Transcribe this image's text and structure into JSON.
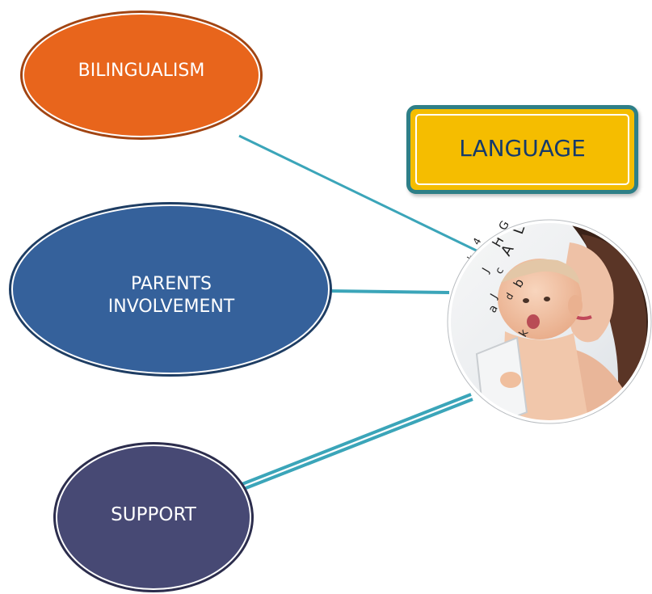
{
  "nodes": {
    "bilingualism": {
      "label": "BILINGUALISM",
      "color": "#e8651c"
    },
    "parents_involvement": {
      "label": "PARENTS\nINVOLVEMENT",
      "color": "#35619b"
    },
    "support": {
      "label": "SUPPORT",
      "color": "#474974"
    },
    "language": {
      "label": "LANGUAGE",
      "color": "#f5bd00",
      "border_color": "#2e7f87",
      "text_color": "#153a6b"
    }
  },
  "center_image": {
    "icon": "mother-and-baby-reading-photo",
    "letters": [
      "L",
      "G",
      "H",
      "A",
      "J",
      "c",
      "b",
      "a",
      "d",
      "k",
      "a"
    ]
  },
  "connector_color": "#3ba5b9"
}
